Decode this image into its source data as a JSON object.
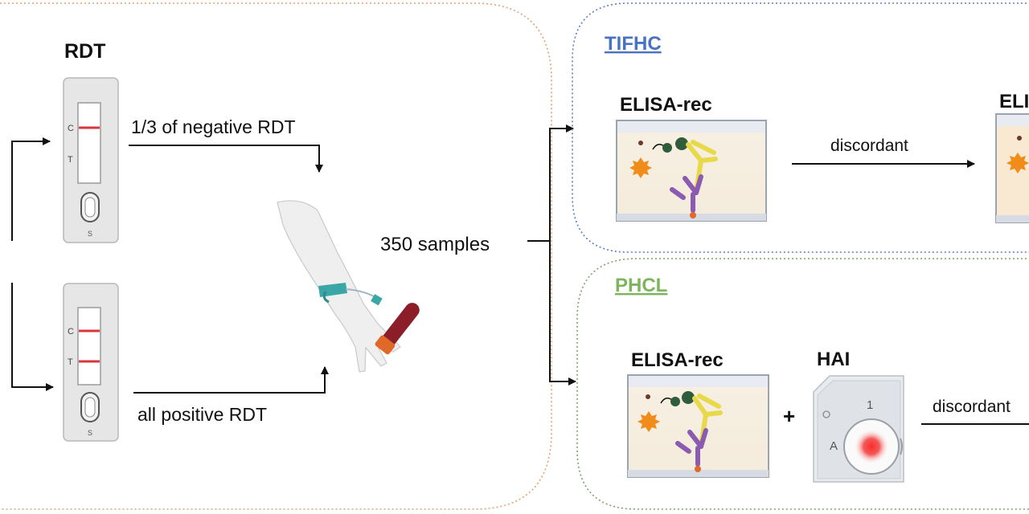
{
  "rdt": {
    "title": "RDT",
    "strip_labels": {
      "control": "C",
      "test": "T",
      "sample": "S"
    }
  },
  "flow": {
    "negative_label": "1/3 of negative RDT",
    "positive_label": "all positive RDT",
    "samples_label": "350 samples"
  },
  "tifhc": {
    "title": "TIFHC",
    "assay_label": "ELISA-rec",
    "assay_label_cut": "ELI",
    "discordant_label": "discordant"
  },
  "phcl": {
    "title": "PHCL",
    "assay_label": "ELISA-rec",
    "plus": "+",
    "hai_label": "HAI",
    "plate_col": "1",
    "plate_row": "A",
    "discordant_label": "discordant"
  },
  "colors": {
    "left_panel_border": "#e8a070",
    "tifhc_border": "#5b7ec8",
    "tifhc_title": "#4a72c4",
    "phcl_border": "#7aa368",
    "phcl_title": "#7cb55c",
    "rdt_line": "#d9363e",
    "arm_band": "#3aa6a6",
    "tube_blood": "#8c1e2a",
    "tube_cap": "#e0692a",
    "antibody_yellow": "#e8d94a",
    "antibody_purple": "#8a5bb0",
    "antigen_orange": "#f08c1a",
    "complex_green": "#2f5c3a"
  }
}
